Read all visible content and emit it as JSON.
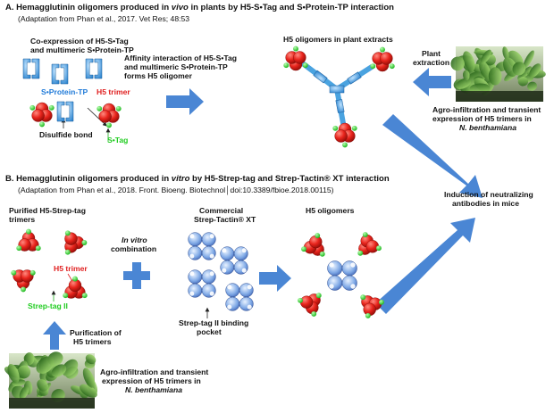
{
  "colors": {
    "protein_red": "#e8241c",
    "tag_green": "#2fd62f",
    "arrow_blue": "#4a86d4",
    "s_protein_blue": "#4aa3e0",
    "label_red": "#e02020",
    "label_green": "#22cc22",
    "label_blue": "#1f7ad8"
  },
  "section_a": {
    "title_pre": "A. Hemagglutinin oligomers produced in ",
    "title_em": "vivo",
    "title_post": " in plants by H5-S•Tag and S•Protein-TP interaction",
    "citation": "(Adaptation from Phan et al., 2017. Vet Res; 48:53",
    "coexpression_line1": "Co-expression of H5-S•Tag",
    "coexpression_line2": "and multimeric S•Protein-TP",
    "s_protein_label": "S•Protein-TP",
    "h5_trimer_label": "H5 trimer",
    "disulfide_label": "Disulfide bond",
    "s_tag_label": "S•Tag",
    "affinity_line1": "Affinity interaction of H5-S•Tag",
    "affinity_line2": "and multimeric S•Protein-TP",
    "affinity_line3": "forms H5 oligomer",
    "oligomers_label": "H5 oligomers in plant extracts",
    "plant_extraction_line1": "Plant",
    "plant_extraction_line2": "extraction",
    "agro_line1": "Agro-infiltration and transient",
    "agro_line2": "expression of H5 trimers in",
    "agro_line3": "N. benthamiana"
  },
  "section_b": {
    "title_pre": "B. Hemagglutinin oligomers produced in ",
    "title_em": "vitro",
    "title_post": " by H5-Strep-tag and Strep-Tactin® XT interaction",
    "citation": "(Adaptation from Phan et al., 2018. Front. Bioeng. Biotechnol│doi:10.3389/fbioe.2018.00115)",
    "purified_line1": "Purified H5-Strep-tag",
    "purified_line2": "trimers",
    "h5_trimer_label": "H5 trimer",
    "strep_tag_label": "Strep-tag II",
    "in_vitro_line1": "In vitro",
    "in_vitro_line2": "combination",
    "commercial_line1": "Commercial",
    "commercial_line2": "Strep-Tactin® XT",
    "binding_line1": "Strep-tag II binding",
    "binding_line2": "pocket",
    "oligomers_label": "H5 oligomers",
    "purification_line1": "Purification of",
    "purification_line2": "H5 trimers",
    "agro_line1": "Agro-infiltration and transient",
    "agro_line2": "expression of H5 trimers in",
    "agro_line3": "N. benthamiana"
  },
  "outcome": {
    "line1": "Induction of neutralizing",
    "line2": "antibodies in mice"
  }
}
